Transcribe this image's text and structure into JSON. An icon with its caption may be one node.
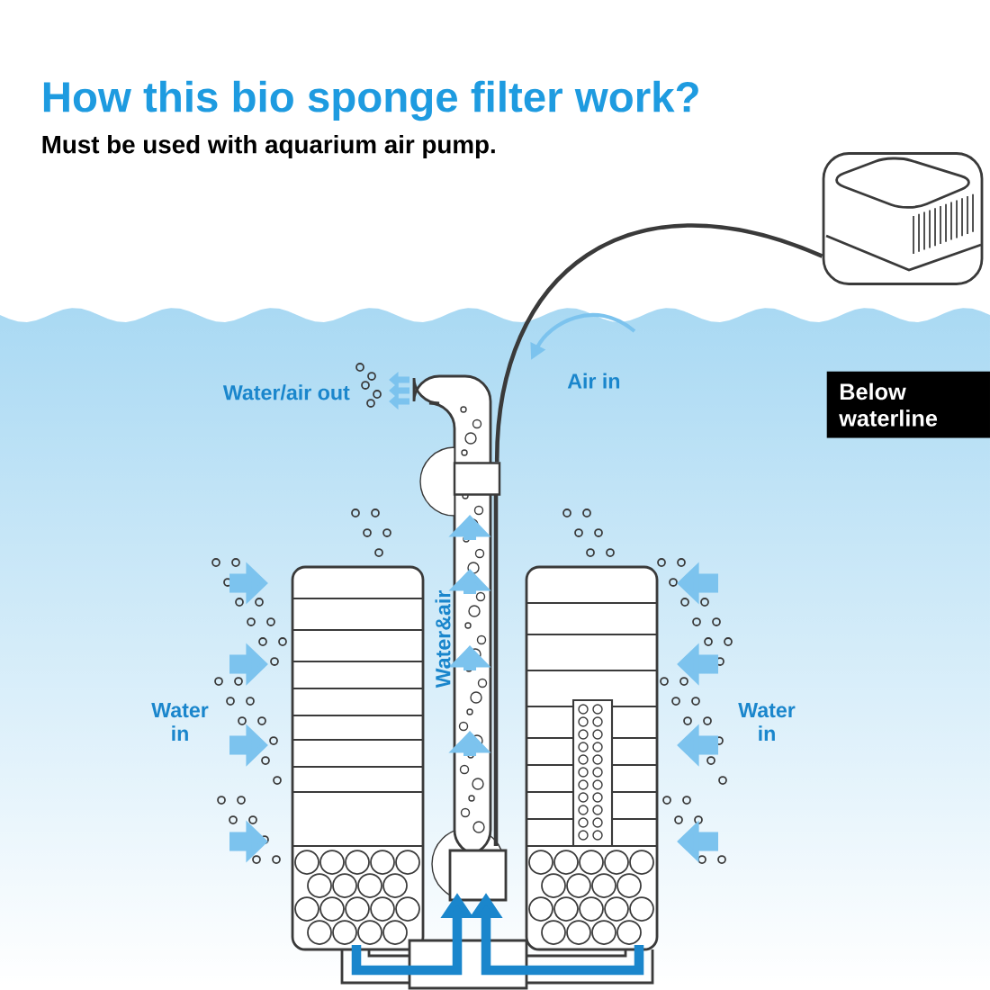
{
  "diagram": {
    "title": "How this bio sponge filter work?",
    "nodes": [
      {
        "text": [
          "Below waterline"
        ]
      },
      {
        "text": [],
        "shape": "picture"
      },
      {
        "text": [],
        "shape": "box"
      }
    ],
    "edges": [
      {
        "from": 1,
        "to": 2,
        "arrow": "none"
      }
    ],
    "labels": [
      "Must be used with aquarium air pump.",
      "Water/air out",
      "Air in",
      "Water&air",
      "Water in",
      "Water in"
    ]
  }
}
